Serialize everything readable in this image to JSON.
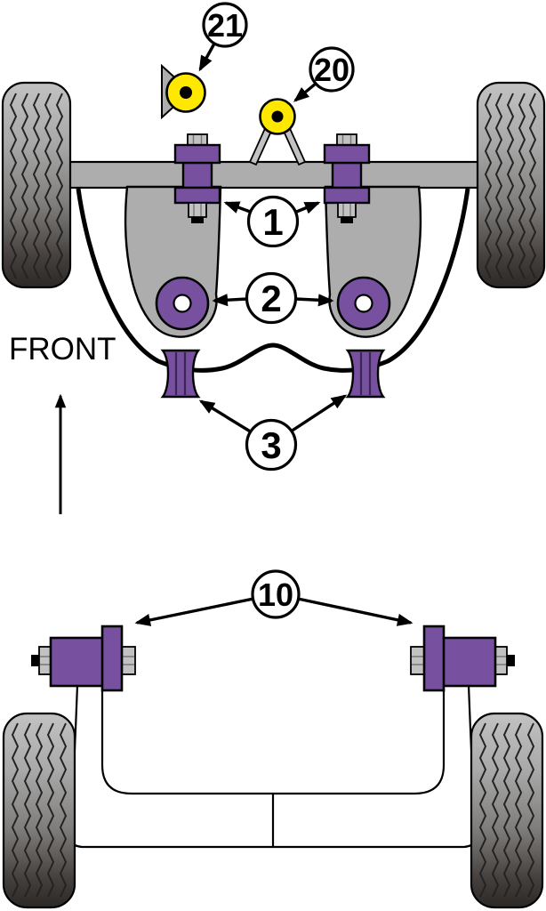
{
  "colors": {
    "background": "#ffffff",
    "ink": "#000000",
    "bushing_purple": "#7850A0",
    "part_yellow": "#FFE800",
    "frame_gray": "#ADADAD",
    "bolt_gray": "#C2C2C2"
  },
  "front_view": {
    "direction_label": "FRONT",
    "callouts": [
      {
        "label": "21"
      },
      {
        "label": "20"
      },
      {
        "label": "1"
      },
      {
        "label": "2"
      },
      {
        "label": "3"
      }
    ]
  },
  "rear_view": {
    "callouts": [
      {
        "label": "10"
      }
    ]
  }
}
